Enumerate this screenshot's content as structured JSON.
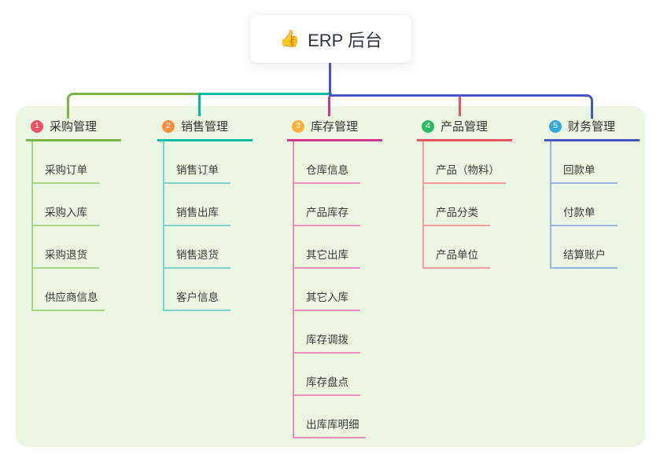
{
  "root": {
    "icon_char": "👍",
    "label": "ERP 后台",
    "line_color": "#4656c4"
  },
  "theme": {
    "page_bg": "#ffffff",
    "panel_bg": "#eaf6e2",
    "text": "#3b3b3b"
  },
  "branches": [
    {
      "number": "1",
      "label": "采购管理",
      "badge_color": "#f15162",
      "line_color": "#7cb342",
      "child_line_color": "#abd383",
      "children": [
        "采购订单",
        "采购入库",
        "采购退货",
        "供应商信息"
      ]
    },
    {
      "number": "2",
      "label": "销售管理",
      "badge_color": "#fd8c3e",
      "line_color": "#00bba6",
      "child_line_color": "#7bd4c6",
      "children": [
        "销售订单",
        "销售出库",
        "销售退货",
        "客户信息"
      ]
    },
    {
      "number": "3",
      "label": "库存管理",
      "badge_color": "#ffb038",
      "line_color": "#d2368f",
      "child_line_color": "#f08cba",
      "children": [
        "仓库信息",
        "产品库存",
        "其它出库",
        "其它入库",
        "库存调拨",
        "库存盘点",
        "出库库明细"
      ]
    },
    {
      "number": "4",
      "label": "产品管理",
      "badge_color": "#2eb964",
      "line_color": "#f3525e",
      "child_line_color": "#f79ba1",
      "children": [
        "产品（物料）",
        "产品分类",
        "产品单位"
      ]
    },
    {
      "number": "5",
      "label": "财务管理",
      "badge_color": "#35a8e0",
      "line_color": "#4656c4",
      "child_line_color": "#9cb0e4",
      "children": [
        "回款单",
        "付款单",
        "结算账户"
      ]
    }
  ]
}
